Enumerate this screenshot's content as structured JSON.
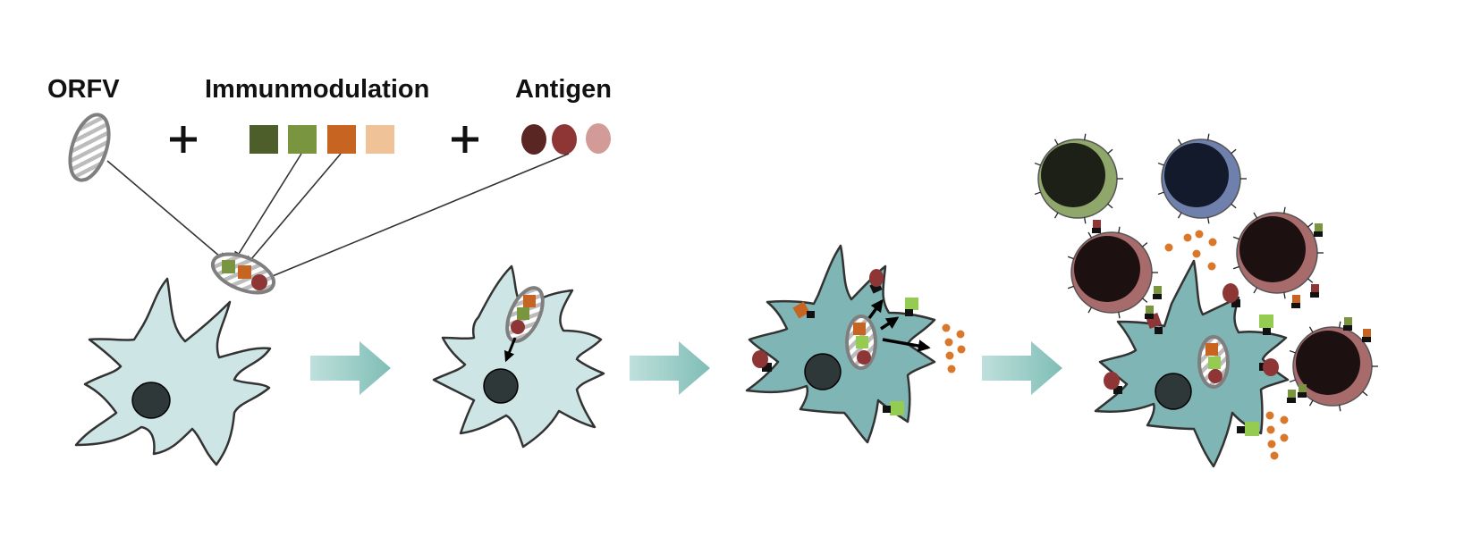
{
  "legend": {
    "orfv_label": "ORFV",
    "immunomodulation_label": "Immunmodulation",
    "antigen_label": "Antigen",
    "plus_symbol": "+",
    "immunomodulator_colors": [
      "#4e5e2a",
      "#7a9540",
      "#c86422",
      "#efc297"
    ],
    "antigen_colors": [
      "#5a2624",
      "#8e3535",
      "#d39b98"
    ]
  },
  "colors": {
    "dc_immature": "#cde6e5",
    "dc_mature": "#7fb5b4",
    "nucleus": "#2e3838",
    "arrow": "#8cc7c2",
    "cytokine": "#d9772a",
    "receptor": "#111111",
    "mhc_green": "#94cc52"
  },
  "t_cells": [
    {
      "rim": "#8fa76a",
      "core": "#1d2017"
    },
    {
      "rim": "#6f80ad",
      "core": "#121a2b"
    },
    {
      "rim": "#a76b6b",
      "core": "#1d1010"
    },
    {
      "rim": "#a76b6b",
      "core": "#1d1010"
    },
    {
      "rim": "#a76b6b",
      "core": "#1d1010"
    }
  ]
}
